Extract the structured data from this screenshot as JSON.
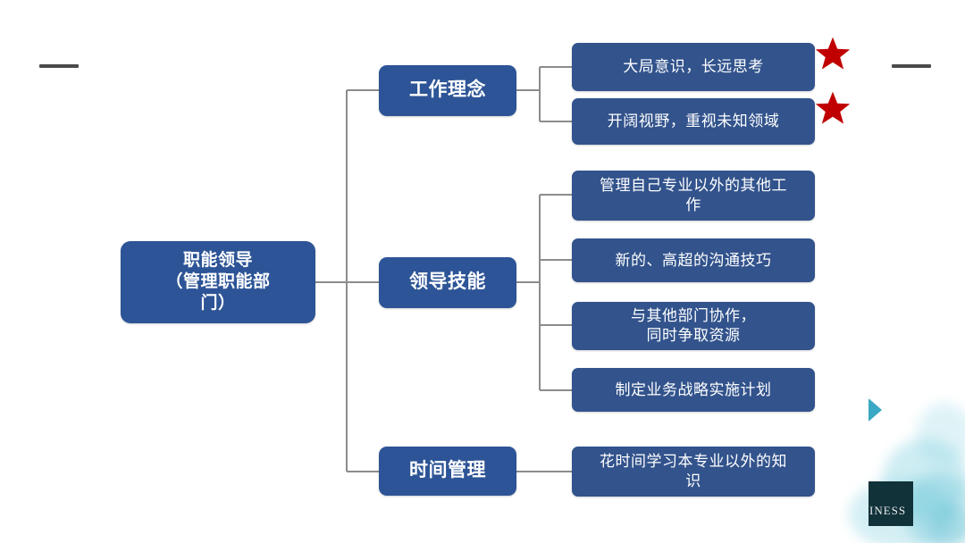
{
  "diagram": {
    "type": "mindmap-tree",
    "orientation": "left-to-right",
    "colors": {
      "branch_box": "#2d5496",
      "leaf_box": "#32538c",
      "connector_line": "#8c8c8c",
      "star": "#c00000",
      "watermark_teal": "#3aa8c4",
      "watermark_logo_bg": "#12323a",
      "corner_dash": "#4a4a4a"
    },
    "root": {
      "label": "职能领导\n（管理职能部\n门）",
      "lines": [
        "职能领导",
        "（管理职能部",
        "门）"
      ]
    },
    "branches": [
      {
        "label": "工作理念",
        "leaves": [
          {
            "label": "大局意识，长远思考",
            "lines": [
              "大局意识，长远思考"
            ],
            "starred": true
          },
          {
            "label": "开阔视野，重视未知领域",
            "lines": [
              "开阔视野，重视未知领域"
            ],
            "starred": true
          }
        ]
      },
      {
        "label": "领导技能",
        "leaves": [
          {
            "label": "管理自己专业以外的其他工作",
            "lines": [
              "管理自己专业以外的其他工",
              "作"
            ],
            "starred": false
          },
          {
            "label": "新的、高超的沟通技巧",
            "lines": [
              "新的、高超的沟通技巧"
            ],
            "starred": false
          },
          {
            "label": "与其他部门协作，同时争取资源",
            "lines": [
              "与其他部门协作，",
              "同时争取资源"
            ],
            "starred": false
          },
          {
            "label": "制定业务战略实施计划",
            "lines": [
              "制定业务战略实施计划"
            ],
            "starred": false
          }
        ]
      },
      {
        "label": "时间管理",
        "leaves": [
          {
            "label": "花时间学习本专业以外的知识",
            "lines": [
              "花时间学习本专业以外的知",
              "识"
            ],
            "starred": false
          }
        ]
      }
    ]
  },
  "decorations": {
    "corner_dash_left": "—",
    "corner_dash_right": "—",
    "star_glyph": "★",
    "watermark_logo_text": "INESS"
  }
}
